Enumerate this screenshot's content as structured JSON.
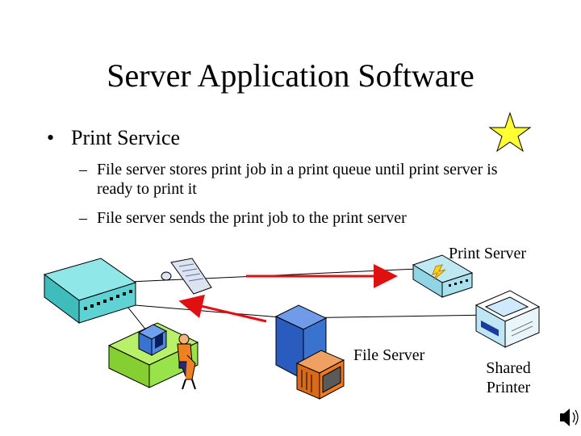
{
  "slide": {
    "title": "Server Application Software",
    "bullet": "Print Service",
    "sub_bullets": [
      "File server stores print job in a print queue until print server is ready to print it",
      "File server sends the print job to the print server"
    ]
  },
  "labels": {
    "print_server": "Print Server",
    "file_server": "File Server",
    "shared_printer_line1": "Shared",
    "shared_printer_line2": "Printer"
  },
  "colors": {
    "arrow": "#e01010",
    "hub": "#5fd3d3",
    "desk": "#99e34a",
    "server": "#3a72d0",
    "star": "#ffff33"
  }
}
